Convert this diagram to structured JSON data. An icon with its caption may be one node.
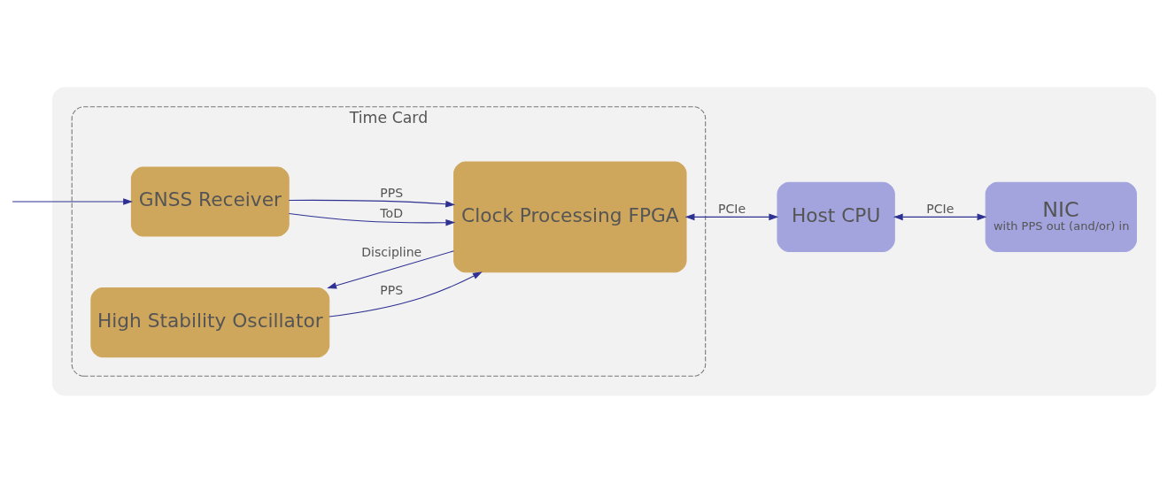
{
  "diagram": {
    "nodes": [
      {
        "text": [],
        "shape": "box"
      },
      {
        "text": [
          "Time Card"
        ],
        "in": 0
      },
      {
        "text": [
          "GNSS Receiver"
        ],
        "in": 1
      },
      {
        "text": [
          "High Stability Oscillator"
        ],
        "in": 1
      },
      {
        "text": [
          "Clock Processing FPGA"
        ],
        "in": 1
      },
      {
        "text": [
          "Host CPU"
        ],
        "in": 0
      },
      {
        "text": [
          "NIC",
          "with PPS out (and/or) in"
        ],
        "in": 0
      }
    ],
    "edges": [
      {
        "from": null,
        "to": 2,
        "arrow": "to"
      },
      {
        "from": 2,
        "to": 4,
        "label": "ToD",
        "arrow": "to"
      },
      {
        "from": 2,
        "to": 4,
        "label": "PPS",
        "arrow": "to"
      },
      {
        "from": 4,
        "to": 3,
        "label": "Discipline",
        "arrow": "to"
      },
      {
        "from": 3,
        "to": 4,
        "label": "PPS",
        "arrow": "to"
      },
      {
        "from": 4,
        "to": 5,
        "label": "PCIe",
        "arrow": "both"
      },
      {
        "from": 5,
        "to": 6,
        "label": "PCIe",
        "arrow": "both"
      }
    ]
  }
}
